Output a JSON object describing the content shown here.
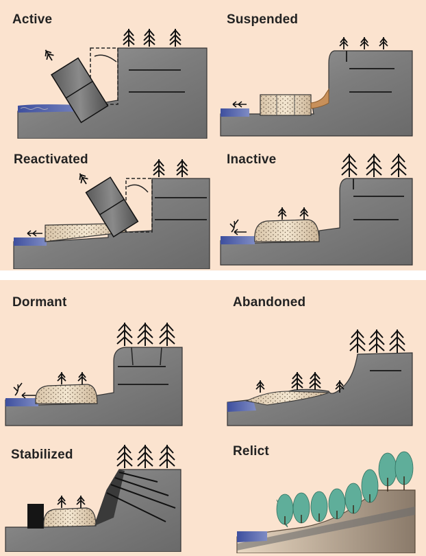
{
  "labels": {
    "active": "Active",
    "suspended": "Suspended",
    "reactivated": "Reactivated",
    "inactive": "Inactive",
    "dormant": "Dormant",
    "abandoned": "Abandoned",
    "stabilized": "Stabilized",
    "relict": "Relict"
  },
  "colors": {
    "panel": "#fbe3cf",
    "rock": "#8c8c8c",
    "rock_dark": "#5f5f5f",
    "water": "#4f5ea8",
    "deposit": "#e6d4b8",
    "tree_green": "#5fae9a"
  }
}
